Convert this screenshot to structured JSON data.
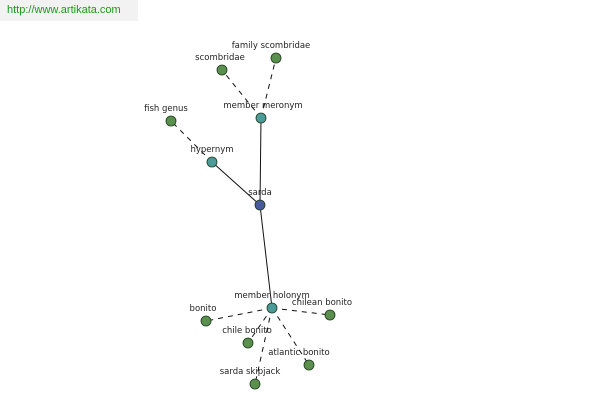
{
  "site": {
    "url_text": "http://www.artikata.com"
  },
  "colors": {
    "word_node": "#5a8f4e",
    "relation_node": "#4d9a9a",
    "center_node": "#4a5a9c",
    "edge": "#111111",
    "banner_text": "#1a9a1a"
  },
  "graph": {
    "nodes": [
      {
        "id": "sarda",
        "label": "sarda",
        "kind": "center"
      },
      {
        "id": "member-meronym",
        "label": "member meronym",
        "kind": "relation"
      },
      {
        "id": "hypernym",
        "label": "hypernym",
        "kind": "relation"
      },
      {
        "id": "member-holonym",
        "label": "member holonym",
        "kind": "relation"
      },
      {
        "id": "scombridae",
        "label": "scombridae",
        "kind": "word"
      },
      {
        "id": "family-scombridae",
        "label": "family scombridae",
        "kind": "word"
      },
      {
        "id": "fish-genus",
        "label": "fish genus",
        "kind": "word"
      },
      {
        "id": "bonito",
        "label": "bonito",
        "kind": "word"
      },
      {
        "id": "chilean-bonito",
        "label": "chilean bonito",
        "kind": "word"
      },
      {
        "id": "chile-bonito",
        "label": "chile bonito",
        "kind": "word"
      },
      {
        "id": "atlantic-bonito",
        "label": "atlantic bonito",
        "kind": "word"
      },
      {
        "id": "sarda-skipjack",
        "label": "sarda skipjack",
        "kind": "word"
      }
    ],
    "edges": [
      {
        "from": "sarda",
        "to": "member-meronym",
        "style": "solid"
      },
      {
        "from": "sarda",
        "to": "hypernym",
        "style": "solid"
      },
      {
        "from": "sarda",
        "to": "member-holonym",
        "style": "solid"
      },
      {
        "from": "member-meronym",
        "to": "scombridae",
        "style": "dashed"
      },
      {
        "from": "member-meronym",
        "to": "family-scombridae",
        "style": "dashed"
      },
      {
        "from": "hypernym",
        "to": "fish-genus",
        "style": "dashed"
      },
      {
        "from": "member-holonym",
        "to": "bonito",
        "style": "dashed"
      },
      {
        "from": "member-holonym",
        "to": "chilean-bonito",
        "style": "dashed"
      },
      {
        "from": "member-holonym",
        "to": "chile-bonito",
        "style": "dashed"
      },
      {
        "from": "member-holonym",
        "to": "atlantic-bonito",
        "style": "dashed"
      },
      {
        "from": "member-holonym",
        "to": "sarda-skipjack",
        "style": "dashed"
      }
    ]
  }
}
